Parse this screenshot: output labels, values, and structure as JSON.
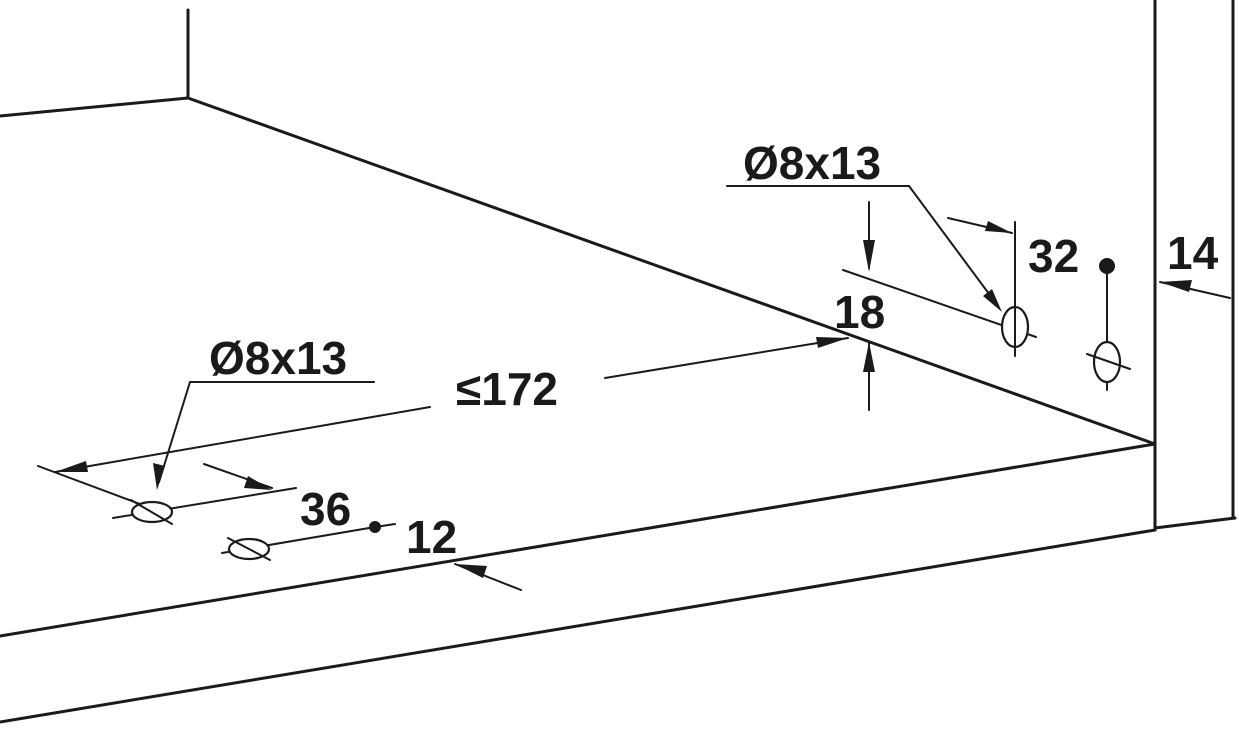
{
  "labels": {
    "hole_spec_rear": "Ø8x13",
    "hole_spec_front": "Ø8x13",
    "dim_18": "18",
    "dim_32": "32",
    "dim_14": "14",
    "dim_172": "≤172",
    "dim_36": "36",
    "dim_12": "12"
  }
}
